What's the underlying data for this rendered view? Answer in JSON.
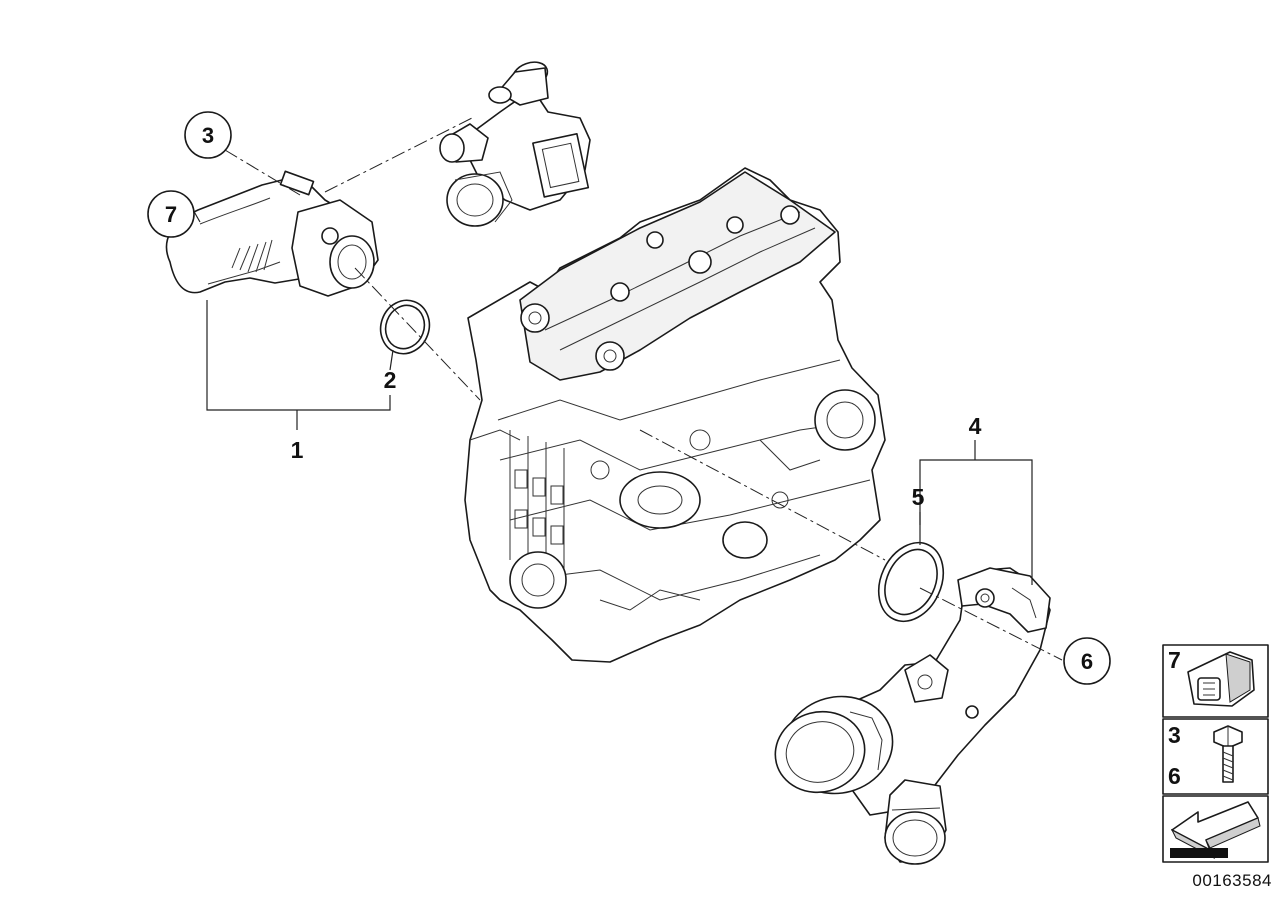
{
  "callouts": {
    "c1": "1",
    "c2": "2",
    "c3": "3",
    "c4": "4",
    "c5": "5",
    "c6": "6",
    "c7": "7"
  },
  "legend": {
    "clip_label": "7",
    "bolt_label_top": "3",
    "bolt_label_bottom": "6"
  },
  "diagram_code": "00163584",
  "icons": [
    "engine-block-drawing",
    "coolant-pipe-drawing",
    "thermostat-housing-drawing",
    "o-ring-seal",
    "clip-icon",
    "bolt-icon",
    "arrow-icon"
  ]
}
